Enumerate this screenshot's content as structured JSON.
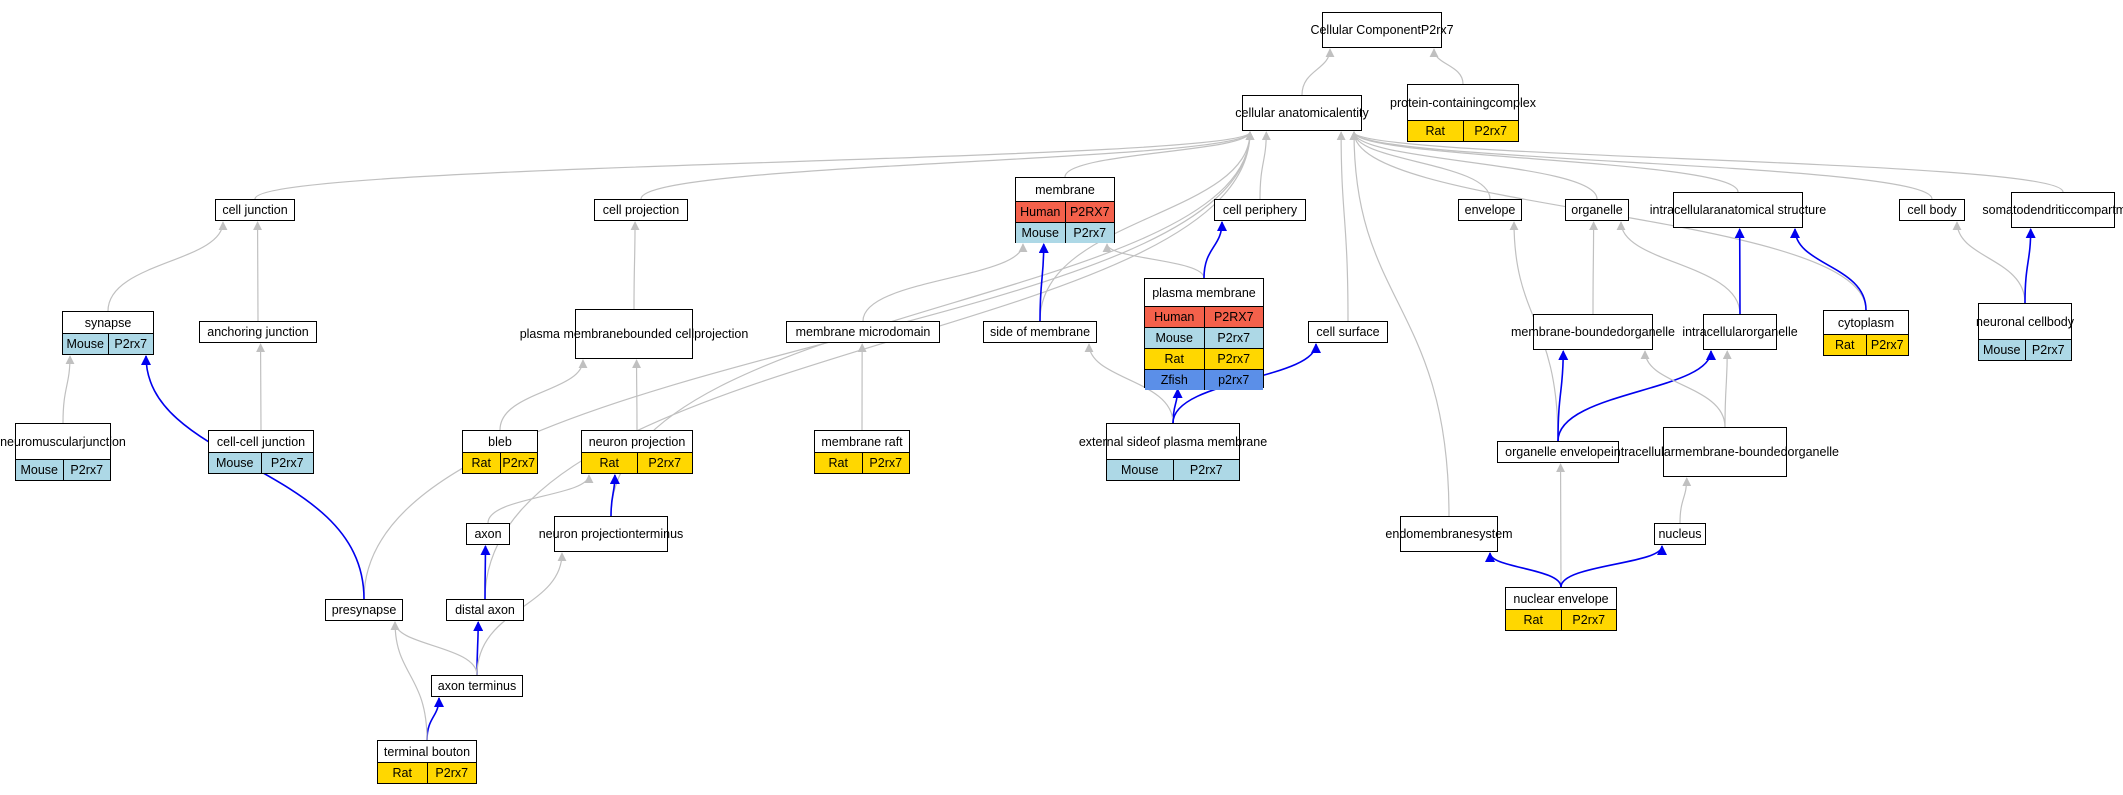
{
  "colors": {
    "Human": "#f4614b",
    "Mouse": "#add8e6",
    "Rat": "#ffd700",
    "Zfish": "#5b8fe8",
    "edge_grey": "#c0c0c0",
    "edge_blue": "#0000ee"
  },
  "nodes": [
    {
      "id": "cc",
      "lines": [
        "Cellular Component",
        "P2rx7"
      ],
      "rows": []
    },
    {
      "id": "cae",
      "lines": [
        "cellular anatomical",
        "entity"
      ],
      "rows": []
    },
    {
      "id": "pcc",
      "lines": [
        "protein-containing",
        "complex"
      ],
      "rows": [
        {
          "species": "Rat",
          "gene": "P2rx7"
        }
      ]
    },
    {
      "id": "cj",
      "lines": [
        "cell junction"
      ],
      "rows": []
    },
    {
      "id": "cp",
      "lines": [
        "cell projection"
      ],
      "rows": []
    },
    {
      "id": "mem",
      "lines": [
        "membrane"
      ],
      "rows": [
        {
          "species": "Human",
          "gene": "P2RX7"
        },
        {
          "species": "Mouse",
          "gene": "P2rx7"
        }
      ]
    },
    {
      "id": "cper",
      "lines": [
        "cell periphery"
      ],
      "rows": []
    },
    {
      "id": "env",
      "lines": [
        "envelope"
      ],
      "rows": []
    },
    {
      "id": "org",
      "lines": [
        "organelle"
      ],
      "rows": []
    },
    {
      "id": "ias",
      "lines": [
        "intracellular",
        "anatomical structure"
      ],
      "rows": []
    },
    {
      "id": "cb",
      "lines": [
        "cell body"
      ],
      "rows": []
    },
    {
      "id": "sdc",
      "lines": [
        "somatodendritic",
        "compartment"
      ],
      "rows": []
    },
    {
      "id": "syn",
      "lines": [
        "synapse"
      ],
      "rows": [
        {
          "species": "Mouse",
          "gene": "P2rx7"
        }
      ]
    },
    {
      "id": "aj",
      "lines": [
        "anchoring junction"
      ],
      "rows": []
    },
    {
      "id": "pmbcp",
      "lines": [
        "plasma membrane",
        "bounded cell",
        "projection"
      ],
      "rows": []
    },
    {
      "id": "mmd",
      "lines": [
        "membrane microdomain"
      ],
      "rows": []
    },
    {
      "id": "som",
      "lines": [
        "side of membrane"
      ],
      "rows": []
    },
    {
      "id": "pm",
      "lines": [
        "plasma membrane"
      ],
      "rows": [
        {
          "species": "Human",
          "gene": "P2RX7"
        },
        {
          "species": "Mouse",
          "gene": "P2rx7"
        },
        {
          "species": "Rat",
          "gene": "P2rx7"
        },
        {
          "species": "Zfish",
          "gene": "p2rx7"
        }
      ]
    },
    {
      "id": "cs",
      "lines": [
        "cell surface"
      ],
      "rows": []
    },
    {
      "id": "mbo",
      "lines": [
        "membrane-bounded",
        "organelle"
      ],
      "rows": []
    },
    {
      "id": "io",
      "lines": [
        "intracellular",
        "organelle"
      ],
      "rows": []
    },
    {
      "id": "cyto",
      "lines": [
        "cytoplasm"
      ],
      "rows": [
        {
          "species": "Rat",
          "gene": "P2rx7"
        }
      ]
    },
    {
      "id": "ncb",
      "lines": [
        "neuronal cell",
        "body"
      ],
      "rows": [
        {
          "species": "Mouse",
          "gene": "P2rx7"
        }
      ]
    },
    {
      "id": "nmj",
      "lines": [
        "neuromuscular",
        "junction"
      ],
      "rows": [
        {
          "species": "Mouse",
          "gene": "P2rx7"
        }
      ]
    },
    {
      "id": "ccj",
      "lines": [
        "cell-cell junction"
      ],
      "rows": [
        {
          "species": "Mouse",
          "gene": "P2rx7"
        }
      ]
    },
    {
      "id": "bleb",
      "lines": [
        "bleb"
      ],
      "rows": [
        {
          "species": "Rat",
          "gene": "P2rx7"
        }
      ]
    },
    {
      "id": "np",
      "lines": [
        "neuron projection"
      ],
      "rows": [
        {
          "species": "Rat",
          "gene": "P2rx7"
        }
      ]
    },
    {
      "id": "mr",
      "lines": [
        "membrane raft"
      ],
      "rows": [
        {
          "species": "Rat",
          "gene": "P2rx7"
        }
      ]
    },
    {
      "id": "espm",
      "lines": [
        "external side",
        "of plasma membrane"
      ],
      "rows": [
        {
          "species": "Mouse",
          "gene": "P2rx7"
        }
      ]
    },
    {
      "id": "oe",
      "lines": [
        "organelle envelope"
      ],
      "rows": []
    },
    {
      "id": "imbo",
      "lines": [
        "intracellular",
        "membrane-bounded",
        "organelle"
      ],
      "rows": []
    },
    {
      "id": "axon",
      "lines": [
        "axon"
      ],
      "rows": []
    },
    {
      "id": "npt",
      "lines": [
        "neuron projection",
        "terminus"
      ],
      "rows": []
    },
    {
      "id": "ems",
      "lines": [
        "endomembrane",
        "system"
      ],
      "rows": []
    },
    {
      "id": "nuc",
      "lines": [
        "nucleus"
      ],
      "rows": []
    },
    {
      "id": "pre",
      "lines": [
        "presynapse"
      ],
      "rows": []
    },
    {
      "id": "da",
      "lines": [
        "distal axon"
      ],
      "rows": []
    },
    {
      "id": "ne",
      "lines": [
        "nuclear envelope"
      ],
      "rows": [
        {
          "species": "Rat",
          "gene": "P2rx7"
        }
      ]
    },
    {
      "id": "at",
      "lines": [
        "axon terminus"
      ],
      "rows": []
    },
    {
      "id": "tb",
      "lines": [
        "terminal bouton"
      ],
      "rows": [
        {
          "species": "Rat",
          "gene": "P2rx7"
        }
      ]
    }
  ],
  "edges": [
    {
      "from": "cae",
      "to": "cc",
      "kind": "is_a"
    },
    {
      "from": "pcc",
      "to": "cc",
      "kind": "is_a"
    },
    {
      "from": "cj",
      "to": "cae",
      "kind": "is_a"
    },
    {
      "from": "cp",
      "to": "cae",
      "kind": "is_a"
    },
    {
      "from": "mem",
      "to": "cae",
      "kind": "is_a"
    },
    {
      "from": "cper",
      "to": "cae",
      "kind": "is_a"
    },
    {
      "from": "env",
      "to": "cae",
      "kind": "is_a"
    },
    {
      "from": "org",
      "to": "cae",
      "kind": "is_a"
    },
    {
      "from": "ias",
      "to": "cae",
      "kind": "is_a"
    },
    {
      "from": "cb",
      "to": "cae",
      "kind": "is_a"
    },
    {
      "from": "sdc",
      "to": "cae",
      "kind": "is_a"
    },
    {
      "from": "cyto",
      "to": "cae",
      "kind": "is_a"
    },
    {
      "from": "som",
      "to": "cae",
      "kind": "is_a"
    },
    {
      "from": "cs",
      "to": "cae",
      "kind": "is_a"
    },
    {
      "from": "ems",
      "to": "cae",
      "kind": "is_a"
    },
    {
      "from": "pre",
      "to": "cae",
      "kind": "is_a"
    },
    {
      "from": "da",
      "to": "cae",
      "kind": "is_a"
    },
    {
      "from": "npt",
      "to": "cae",
      "kind": "is_a"
    },
    {
      "from": "syn",
      "to": "cj",
      "kind": "is_a"
    },
    {
      "from": "aj",
      "to": "cj",
      "kind": "is_a"
    },
    {
      "from": "ccj",
      "to": "aj",
      "kind": "is_a"
    },
    {
      "from": "nmj",
      "to": "syn",
      "kind": "is_a"
    },
    {
      "from": "pmbcp",
      "to": "cp",
      "kind": "is_a"
    },
    {
      "from": "bleb",
      "to": "pmbcp",
      "kind": "is_a"
    },
    {
      "from": "np",
      "to": "pmbcp",
      "kind": "is_a"
    },
    {
      "from": "axon",
      "to": "np",
      "kind": "is_a"
    },
    {
      "from": "npt",
      "to": "np",
      "kind": "part_of"
    },
    {
      "from": "da",
      "to": "axon",
      "kind": "part_of"
    },
    {
      "from": "at",
      "to": "da",
      "kind": "part_of"
    },
    {
      "from": "at",
      "to": "pre",
      "kind": "is_a"
    },
    {
      "from": "at",
      "to": "npt",
      "kind": "is_a"
    },
    {
      "from": "tb",
      "to": "at",
      "kind": "part_of"
    },
    {
      "from": "tb",
      "to": "pre",
      "kind": "is_a"
    },
    {
      "from": "pre",
      "to": "syn",
      "kind": "part_of"
    },
    {
      "from": "mmd",
      "to": "mem",
      "kind": "is_a"
    },
    {
      "from": "mr",
      "to": "mmd",
      "kind": "is_a"
    },
    {
      "from": "som",
      "to": "mem",
      "kind": "part_of"
    },
    {
      "from": "pm",
      "to": "mem",
      "kind": "is_a"
    },
    {
      "from": "pm",
      "to": "cper",
      "kind": "part_of"
    },
    {
      "from": "espm",
      "to": "pm",
      "kind": "part_of"
    },
    {
      "from": "espm",
      "to": "som",
      "kind": "is_a"
    },
    {
      "from": "espm",
      "to": "cs",
      "kind": "part_of"
    },
    {
      "from": "mbo",
      "to": "org",
      "kind": "is_a"
    },
    {
      "from": "io",
      "to": "org",
      "kind": "is_a"
    },
    {
      "from": "io",
      "to": "ias",
      "kind": "part_of"
    },
    {
      "from": "cyto",
      "to": "ias",
      "kind": "part_of"
    },
    {
      "from": "oe",
      "to": "env",
      "kind": "is_a"
    },
    {
      "from": "oe",
      "to": "mbo",
      "kind": "part_of"
    },
    {
      "from": "oe",
      "to": "io",
      "kind": "part_of"
    },
    {
      "from": "imbo",
      "to": "mbo",
      "kind": "is_a"
    },
    {
      "from": "imbo",
      "to": "io",
      "kind": "is_a"
    },
    {
      "from": "nuc",
      "to": "imbo",
      "kind": "is_a"
    },
    {
      "from": "ne",
      "to": "oe",
      "kind": "is_a"
    },
    {
      "from": "ne",
      "to": "ems",
      "kind": "part_of"
    },
    {
      "from": "ne",
      "to": "nuc",
      "kind": "part_of"
    },
    {
      "from": "ncb",
      "to": "cb",
      "kind": "is_a"
    },
    {
      "from": "ncb",
      "to": "sdc",
      "kind": "part_of"
    }
  ]
}
